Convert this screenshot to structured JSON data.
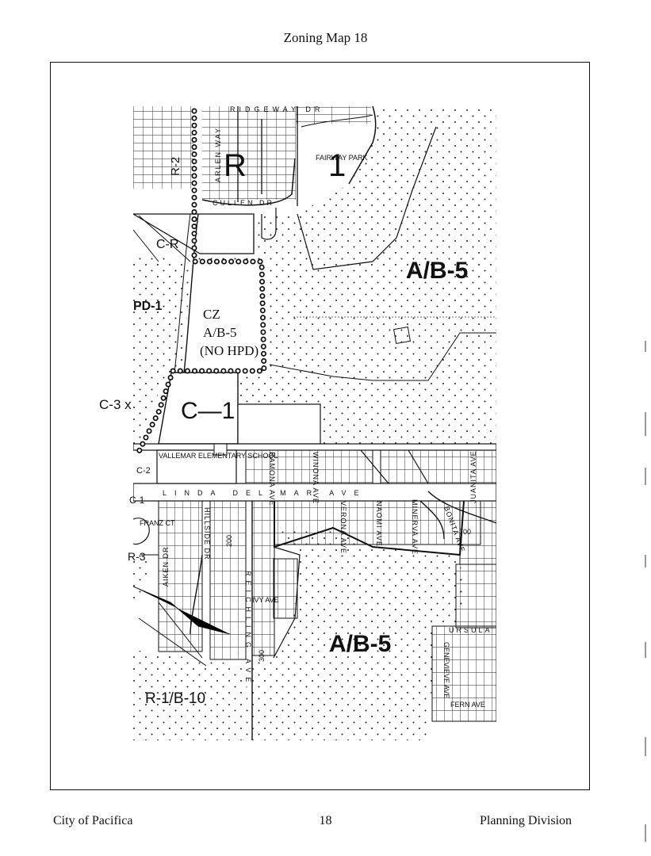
{
  "page": {
    "title": "Zoning Map 18",
    "footer_left": "City of Pacifica",
    "footer_center": "18",
    "footer_right": "Planning Division"
  },
  "zones": {
    "ab5_top": "A/B-5",
    "ab5_bottom": "A/B-5",
    "r1_top": "R",
    "r1_top_num": "1",
    "r2": "R-2",
    "cr": "C-R",
    "pd1": "PD-1",
    "cz_1": "CZ",
    "cz_2": "A/B-5",
    "cz_3": "(NO HPD)",
    "c3x": "C-3 x",
    "c1": "C—1",
    "c2": "C-2",
    "c1_small": "C-1",
    "r3": "R-3",
    "r1b10": "R-1/B-10"
  },
  "streets": {
    "ridgeway": "RIDGEWAY DR",
    "cullen": "CULLEN DR",
    "linda_mar": "LINDA DEL MAR AVE",
    "ramona": "RAMONA AVE",
    "winona": "WINONA AVE",
    "verona": "VERONA AVE",
    "naomi": "NAOMI AVE",
    "minerva": "MINERVA AVE",
    "bonita": "BONITA AVE",
    "juanita": "JUANITA AVE",
    "reichling": "REICHLING AVE",
    "hillside": "HILLSIDE DR",
    "aiken": "AIKEN DR",
    "ivy": "IVY AVE",
    "ursula": "URSULA",
    "genevieve": "GENEVIEVE AVE",
    "fern": "FERN AVE",
    "franz": "FRANZ CT",
    "fairway_park": "FAIRWAY PARK",
    "school": "VALLEMAR ELEMENTARY SCHOOL",
    "arlen": "ARLEN WAY",
    "num_200": "200",
    "num_300": "300",
    "num_700": "700"
  }
}
